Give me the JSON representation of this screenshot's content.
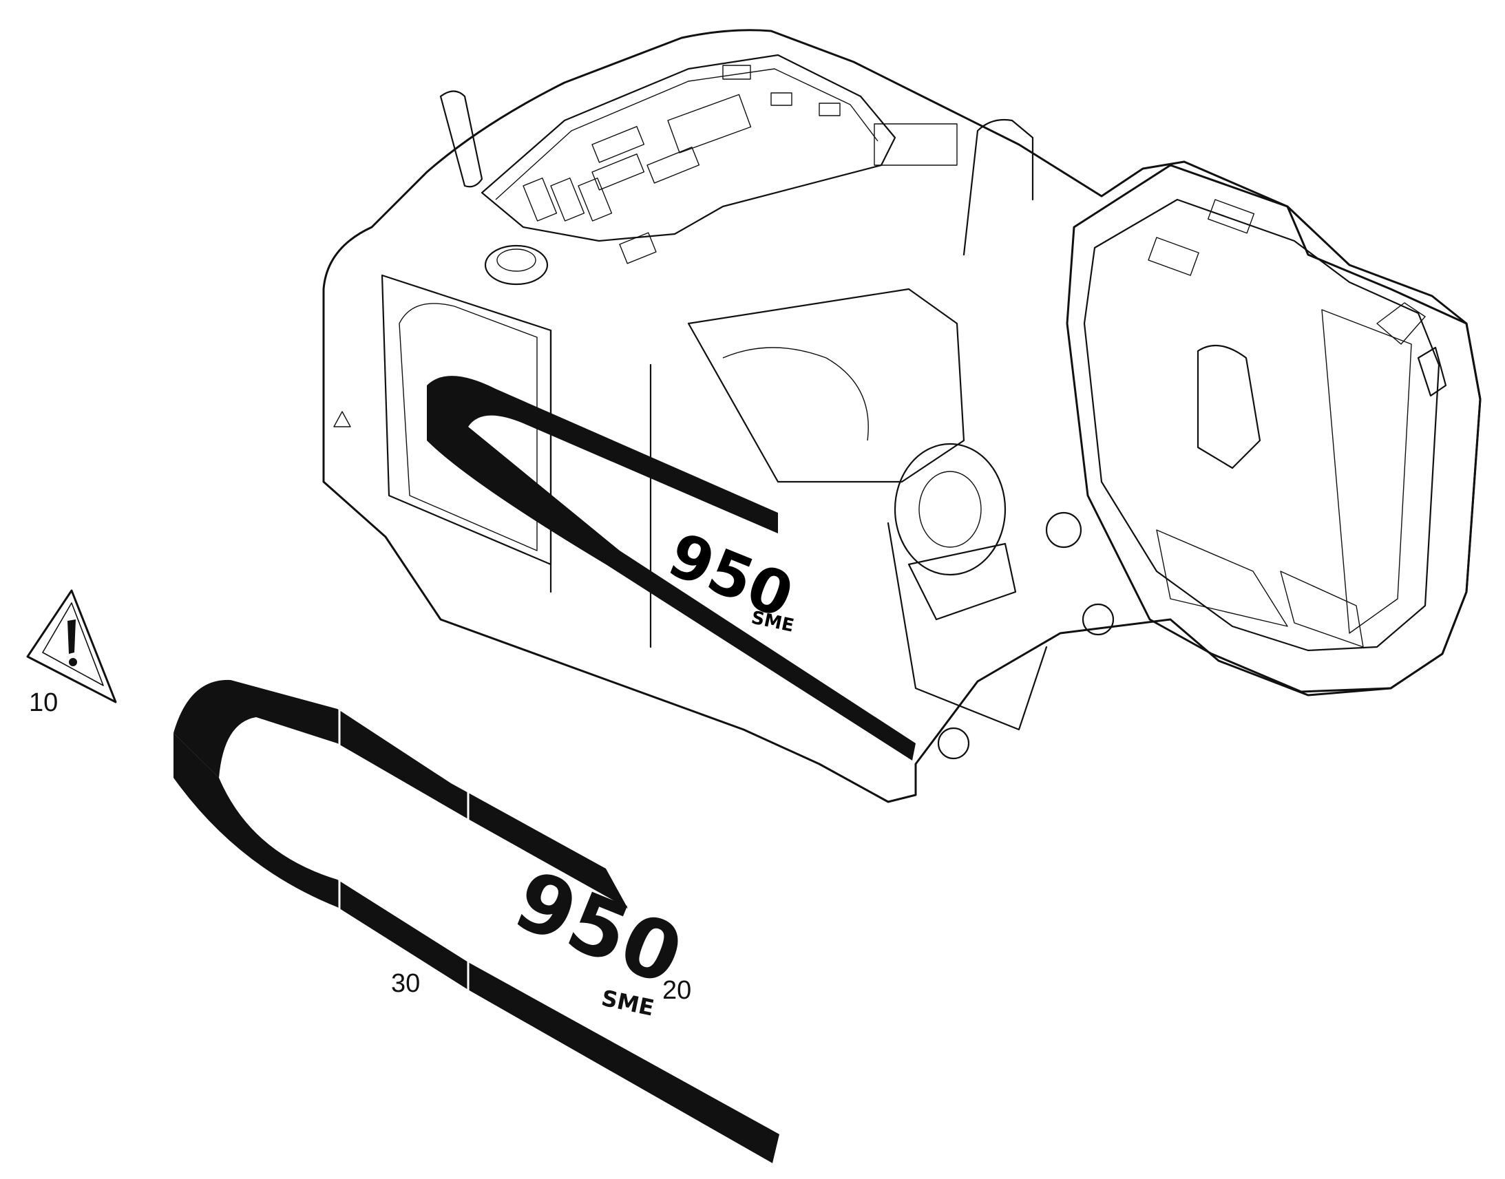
{
  "callouts": {
    "warning_label": "10",
    "model_badge": "20",
    "stripe_decal": "30"
  },
  "badge": {
    "model_number": "950",
    "model_suffix": "SME"
  },
  "icons": [
    "warning-triangle-icon"
  ],
  "colors": {
    "line": "#111111",
    "background": "#ffffff",
    "decal": "#111111"
  }
}
